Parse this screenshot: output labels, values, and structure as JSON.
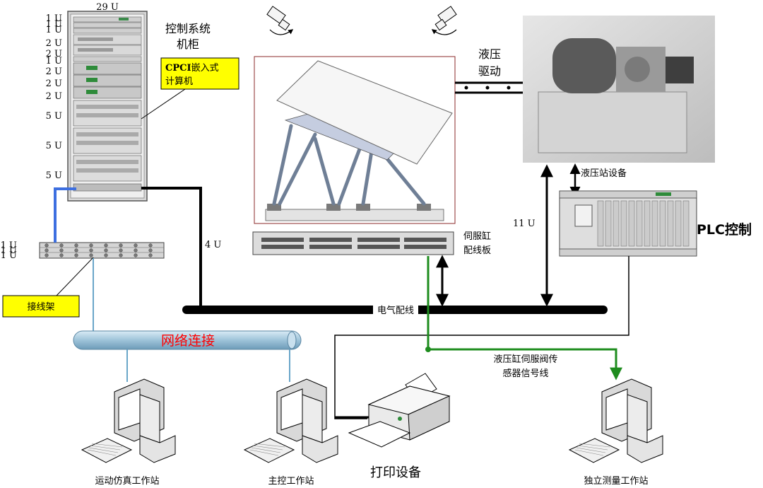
{
  "colors": {
    "callout_fill": "#ffff00",
    "network_pipe": "#9ec3d9",
    "network_text": "#ff0000",
    "sensor_line": "#1e8c1e",
    "network_link": "#3d6fe0",
    "cable": "#000000"
  },
  "cabinet": {
    "title_line1": "控制系统",
    "title_line2": "机柜",
    "height_label": "29 U",
    "unit_labels": [
      "1 U",
      "1 U",
      "1 U",
      "2 U",
      "2 U",
      "1 U",
      "2 U",
      "2 U",
      "2 U",
      "5 U",
      "5 U",
      "5 U"
    ]
  },
  "callouts": {
    "cpci_bold": "CPCI",
    "cpci_rest": "嵌入式",
    "cpci_line2": "计算机",
    "patch_panel": "接线架"
  },
  "patch_panel": {
    "unit_labels": [
      "1 U",
      "1 U",
      "1 U"
    ]
  },
  "cable_label_4u": "4 U",
  "hydraulic": {
    "drive_line1": "液压",
    "drive_line2": "驱动",
    "station_label": "液压站设备"
  },
  "servo_board": {
    "line1": "伺服缸",
    "line2": "配线板"
  },
  "plc": {
    "height_label": "11 U",
    "label": "PLC控制"
  },
  "bus": {
    "label": "电气配线"
  },
  "network": {
    "label": "网络连接"
  },
  "sensor": {
    "line1": "液压缸伺服阀传",
    "line2": "感器信号线"
  },
  "workstations": {
    "motion_sim": "运动仿真工作站",
    "main_control": "主控工作站",
    "printer": "打印设备",
    "measurement": "独立测量工作站"
  },
  "icons": [
    "camera-icon",
    "camera-icon",
    "server-cabinet-icon",
    "stewart-platform-icon",
    "hydraulic-station-icon",
    "plc-rack-icon",
    "computer-icon",
    "printer-icon"
  ]
}
